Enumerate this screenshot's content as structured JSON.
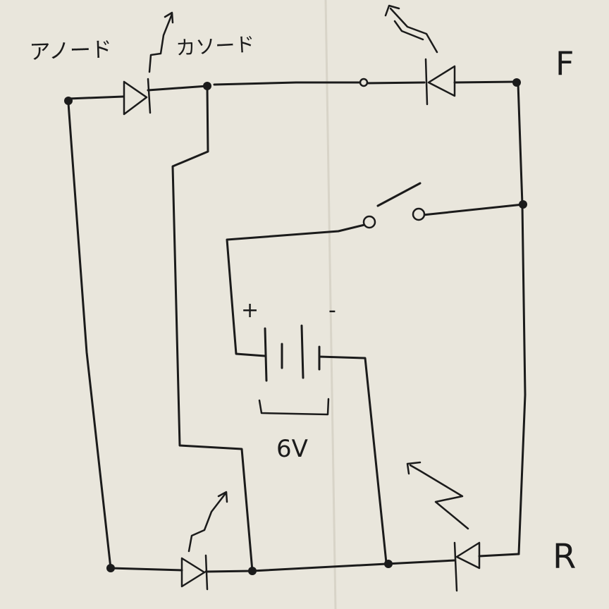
{
  "labels": {
    "anode": "アノード",
    "cathode": "カソード",
    "plus": "+",
    "minus": "-",
    "voltage": "6V",
    "corner_top_right": "F",
    "corner_bottom_right": "R"
  },
  "colors": {
    "paper": "#e9e6dc",
    "ink": "#1b1b1b"
  }
}
